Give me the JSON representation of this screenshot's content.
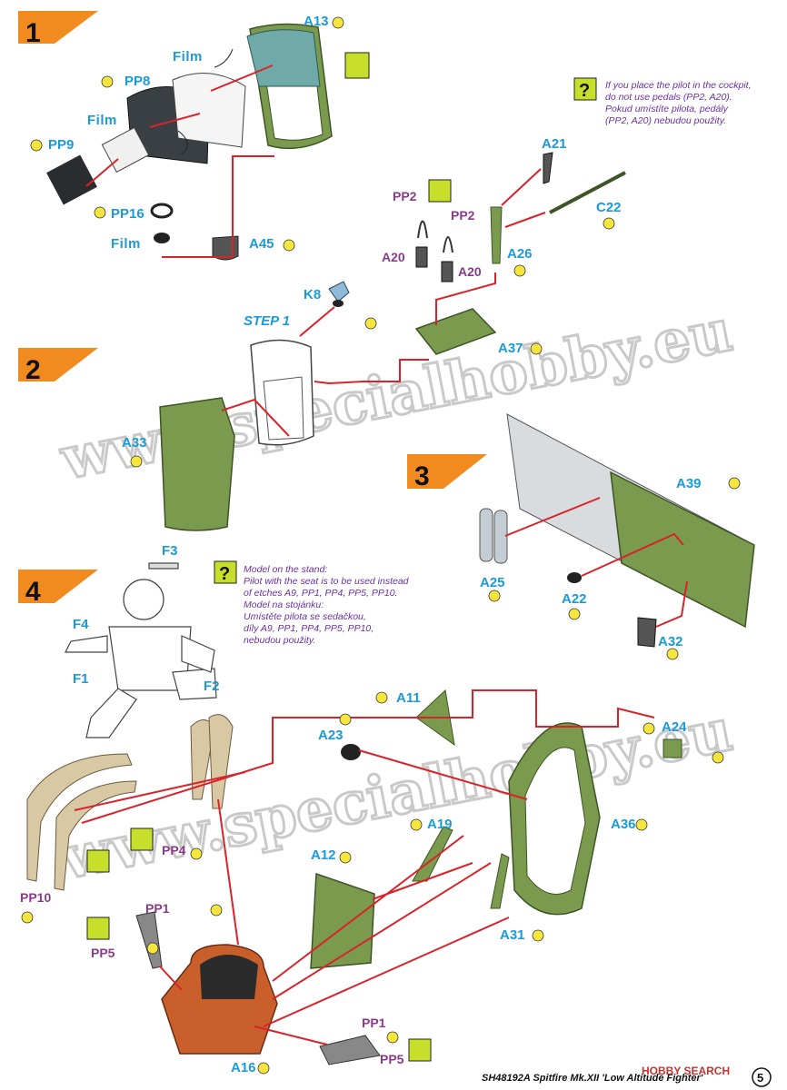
{
  "steps": {
    "s1": "1",
    "s2": "2",
    "s3": "3",
    "s4": "4",
    "step1_ref": "STEP 1"
  },
  "film_label": "Film",
  "parts": {
    "A13": "A13",
    "PP8": "PP8",
    "PP9": "PP9",
    "PP16": "PP16",
    "A45": "A45",
    "A21": "A21",
    "C22": "C22",
    "PP2a": "PP2",
    "PP2b": "PP2",
    "A20a": "A20",
    "A20b": "A20",
    "A26": "A26",
    "A37": "A37",
    "K8": "K8",
    "A33": "A33",
    "A39": "A39",
    "A25": "A25",
    "A22": "A22",
    "A32": "A32",
    "F1": "F1",
    "F2": "F2",
    "F3": "F3",
    "F4": "F4",
    "A11": "A11",
    "A23": "A23",
    "A24": "A24",
    "A19": "A19",
    "A36": "A36",
    "A12": "A12",
    "A31": "A31",
    "PP4": "PP4",
    "PP10": "PP10",
    "PP1a": "PP1",
    "PP5a": "PP5",
    "PP1b": "PP1",
    "PP5b": "PP5",
    "A16": "A16"
  },
  "notes": {
    "pilot_pedals": [
      "If you place the pilot in the cockpit,",
      "do not use pedals (PP2, A20).",
      "Pokud umístíte pilota, pedály",
      "(PP2, A20) nebudou použity."
    ],
    "stand": [
      "Model on the stand:",
      "Pilot with the seat is to be used instead",
      "of etches A9, PP1, PP4, PP5, PP10.",
      "Model na stojánku:",
      "Umístěte pilota se sedačkou,",
      "díly A9, PP1, PP4, PP5, PP10,",
      "nebudou použity."
    ]
  },
  "watermark": "www.specialhobby.eu",
  "footer": {
    "caption": "SH48192A  Spitfire Mk.XII 'Low Altitude Fighter'",
    "page_no": "5",
    "brand": "HOBBY SEARCH"
  },
  "colors": {
    "green": "#7a9a4e",
    "orange": "#f18a1f",
    "red": "#d8232a",
    "blue_label": "#1b9ad6",
    "purple_label": "#8a3a8a",
    "seat": "#c9602b",
    "belt": "#d9c8a4"
  }
}
